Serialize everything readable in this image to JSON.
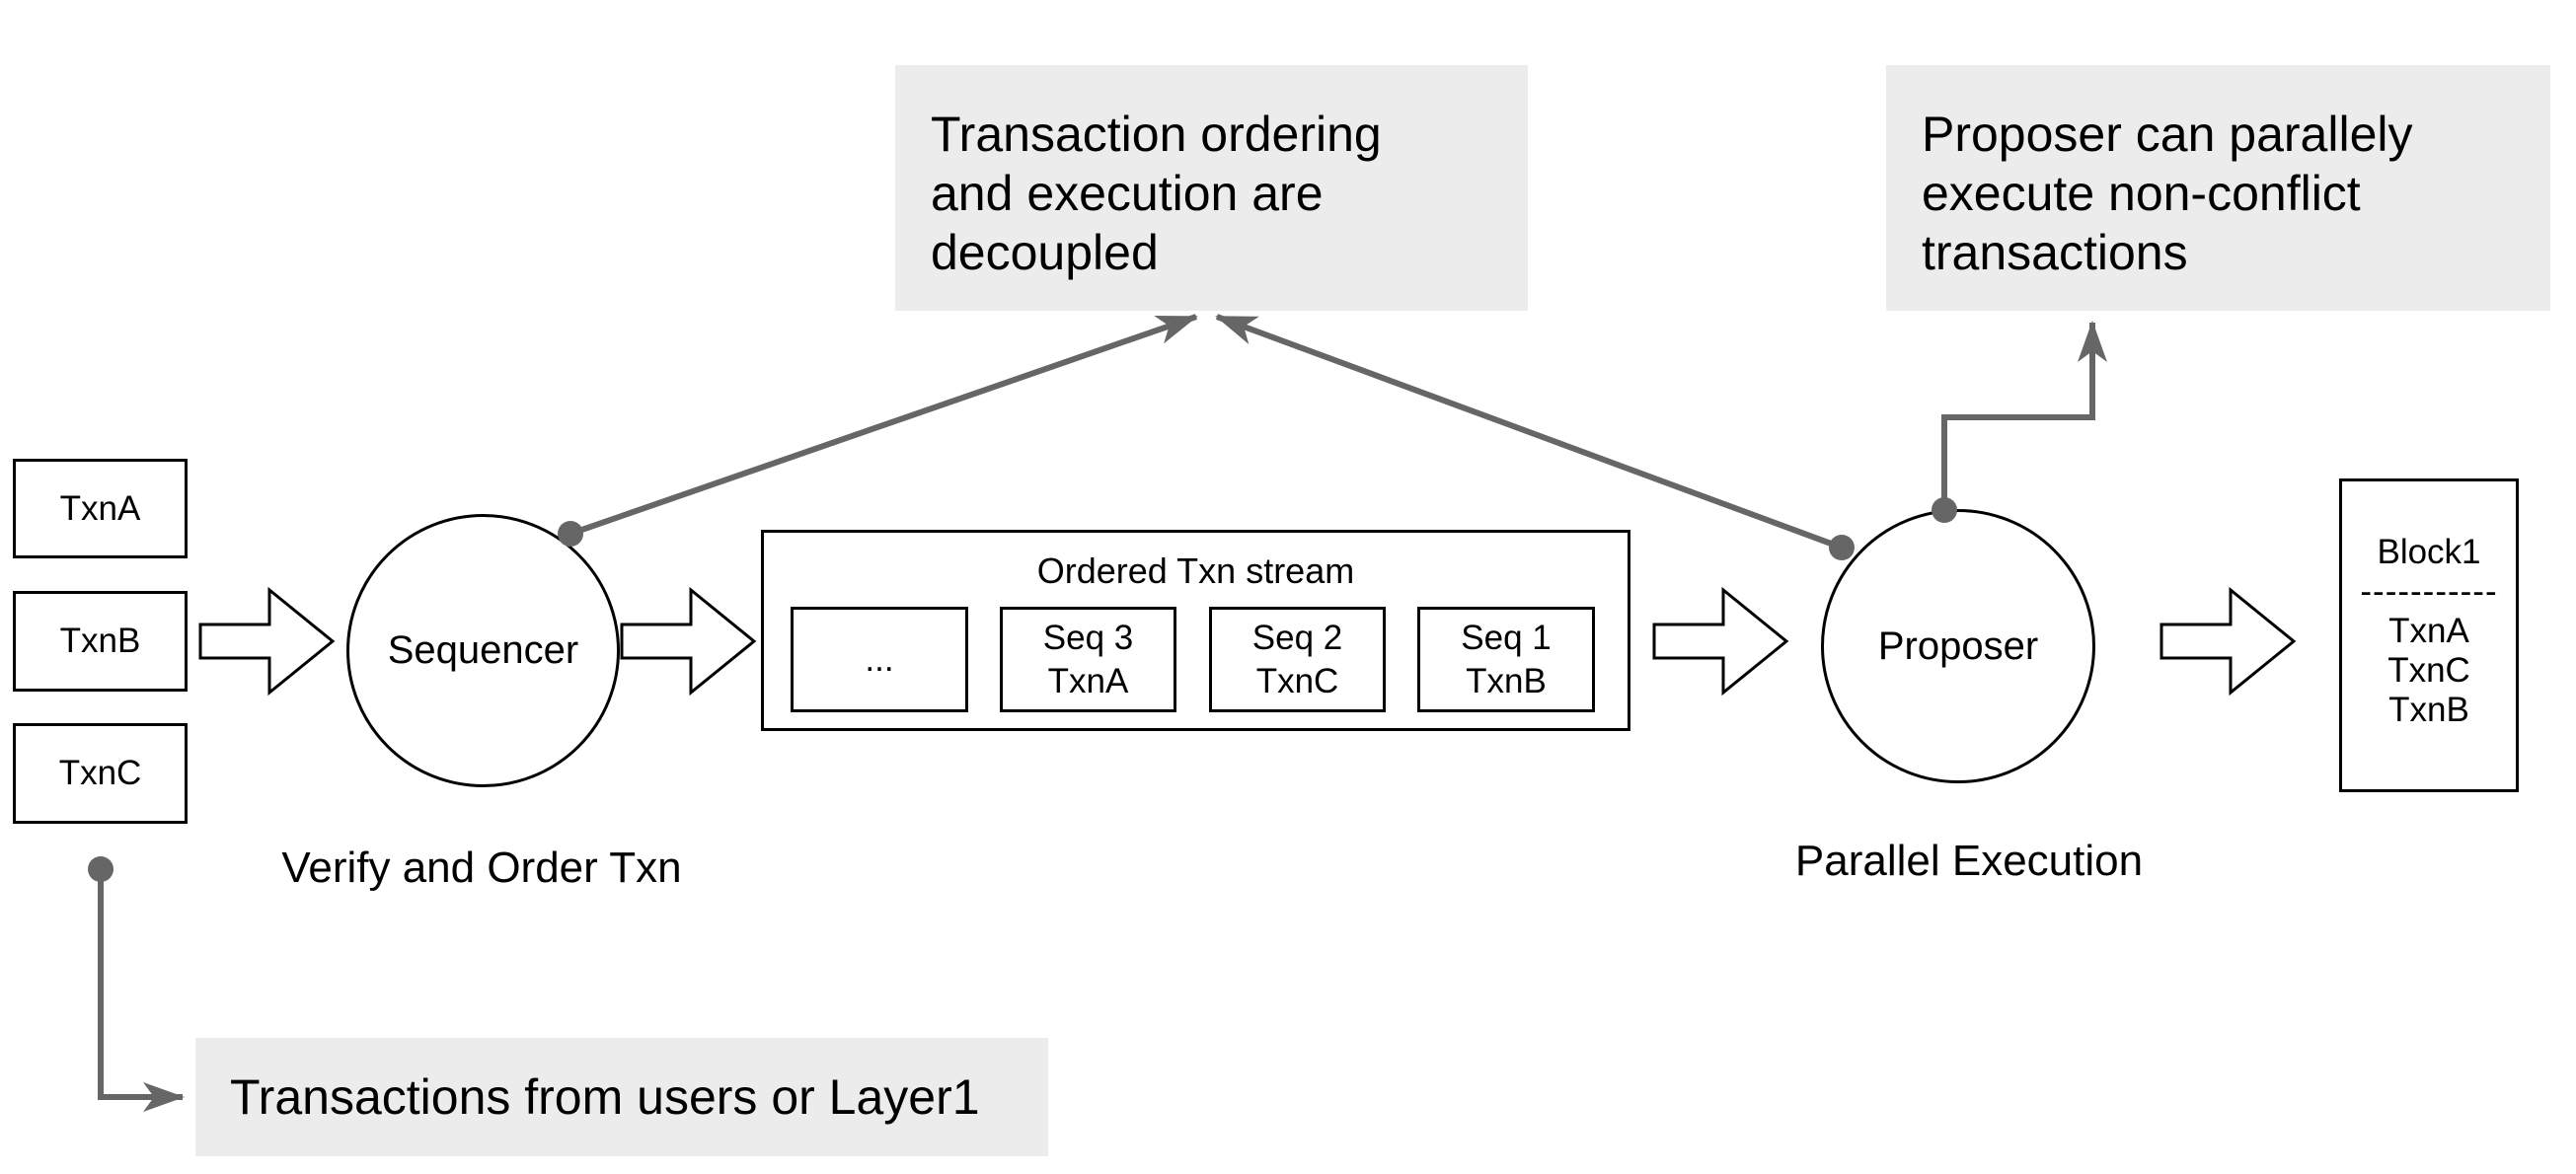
{
  "colors": {
    "connector_gray": "#666666",
    "annotation_bg": "#ececec",
    "outline_black": "#000000"
  },
  "incoming_txns": [
    {
      "label": "TxnA"
    },
    {
      "label": "TxnB"
    },
    {
      "label": "TxnC"
    }
  ],
  "sequencer": {
    "label": "Sequencer",
    "caption": "Verify and Order Txn"
  },
  "ordered_stream": {
    "title": "Ordered Txn stream",
    "slots": [
      {
        "line1": "...",
        "line2": ""
      },
      {
        "line1": "Seq 3",
        "line2": "TxnA"
      },
      {
        "line1": "Seq 2",
        "line2": "TxnC"
      },
      {
        "line1": "Seq 1",
        "line2": "TxnB"
      }
    ]
  },
  "proposer": {
    "label": "Proposer",
    "caption": "Parallel Execution"
  },
  "block": {
    "title": "Block1",
    "divider": "-----------",
    "txns": [
      "TxnA",
      "TxnC",
      "TxnB"
    ]
  },
  "annotations": {
    "decoupled": {
      "lines": [
        "Transaction ordering",
        "and execution are",
        "decoupled"
      ]
    },
    "parallel": {
      "lines": [
        "Proposer can parallely",
        "execute non-conflict",
        "transactions"
      ]
    },
    "source": {
      "text": "Transactions from users or Layer1"
    }
  }
}
